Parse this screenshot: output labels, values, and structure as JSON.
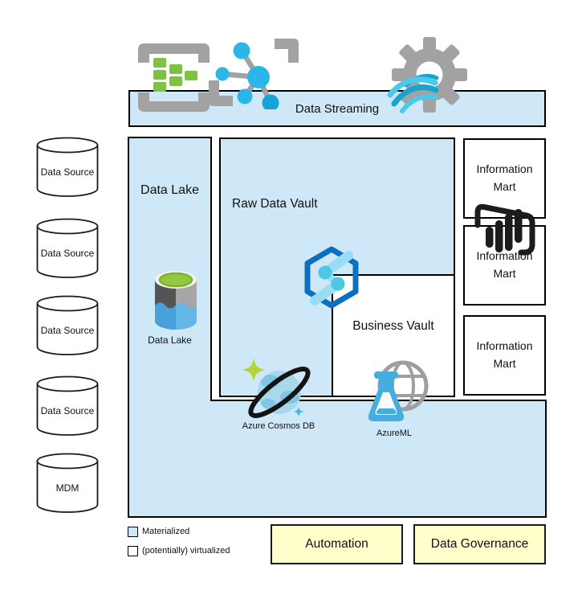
{
  "streaming": {
    "label": "Data Streaming"
  },
  "lake": {
    "label": "Data Lake",
    "icon_caption": "Data Lake"
  },
  "raw_vault": {
    "label": "Raw Data Vault"
  },
  "business_vault": {
    "label": "Business Vault"
  },
  "sources": [
    {
      "label": "Data Source"
    },
    {
      "label": "Data Source"
    },
    {
      "label": "Data Source"
    },
    {
      "label": "Data Source"
    },
    {
      "label": "MDM"
    }
  ],
  "marts": [
    {
      "label": "Information Mart"
    },
    {
      "label": "Information Mart"
    },
    {
      "label": "Information Mart"
    }
  ],
  "services": {
    "cosmos_caption": "Azure Cosmos DB",
    "ml_caption": "AzureML"
  },
  "callouts": {
    "automation": "Automation",
    "governance": "Data Governance"
  },
  "legend": {
    "materialized": "Materialized",
    "virtualized": "(potentially) virtualized"
  },
  "colors": {
    "materialized_fill": "#cfe8f7",
    "virtualized_fill": "#ffffff",
    "callout_fill": "#ffffcc",
    "event_hubs_green": "#7dc241",
    "azure_node_blue": "#2cb5e8",
    "icon_gray": "#a2a2a2",
    "hexagon_blue": "#0d6fc0",
    "border": "#000000"
  },
  "icons": {
    "top": [
      "event-hubs-icon",
      "event-grid-icon",
      "stream-analytics-icon"
    ],
    "middle": [
      "data-factory-hexagon-icon",
      "data-lake-icon",
      "azure-cosmos-db-icon",
      "azure-ml-icon",
      "power-bi-icon"
    ]
  }
}
